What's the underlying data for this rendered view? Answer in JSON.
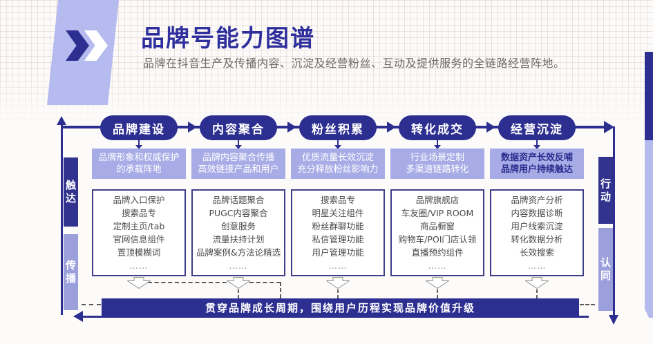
{
  "header": {
    "title": "品牌号能力图谱",
    "subtitle": "品牌在抖音生产及传播内容、沉淀及经营粉丝、互动及提供服务的全链路经营阵地。"
  },
  "colors": {
    "navy": "#2c2e90",
    "purple": "#a7ace6",
    "purple_soft": "#b6bbef"
  },
  "rails": {
    "left": [
      {
        "label": "触达"
      },
      {
        "label": "传播"
      }
    ],
    "right": [
      {
        "label": "行动"
      },
      {
        "label": "认同"
      }
    ]
  },
  "columns": [
    {
      "pill": "品牌建设",
      "summary": [
        "品牌形象和权威保护",
        "的承载阵地"
      ],
      "items": [
        "品牌入口保护",
        "搜索品专",
        "定制主页/tab",
        "官网信息组件",
        "置顶模糊词",
        "……"
      ]
    },
    {
      "pill": "内容聚合",
      "summary": [
        "品牌内容聚合传播",
        "高效链接产品和用户"
      ],
      "items": [
        "品牌话题聚合",
        "PUGC内容聚合",
        "创意服务",
        "流量扶持计划",
        "品牌案例&方法论精选",
        "……"
      ]
    },
    {
      "pill": "粉丝积累",
      "summary": [
        "优质流量长效沉淀",
        "充分释放粉丝影响力"
      ],
      "items": [
        "搜索品专",
        "明星关注组件",
        "粉丝群聊功能",
        "私信管理功能",
        "用户管理功能",
        "……"
      ]
    },
    {
      "pill": "转化成交",
      "summary": [
        "行业场景定制",
        "多渠道链路转化"
      ],
      "items": [
        "品牌旗舰店",
        "车友圈/VIP ROOM",
        "商品橱窗",
        "购物车/POI门店认领",
        "直播预约组件",
        "……"
      ]
    },
    {
      "pill": "经营沉淀",
      "summary": [
        "数据资产长效反哺",
        "品牌用户持续触达"
      ],
      "items": [
        "品牌资产分析",
        "内容数据诊断",
        "用户线索沉淀",
        "转化数据分析",
        "长效搜索",
        "……"
      ]
    }
  ],
  "banner": {
    "text": "贯穿品牌成长周期，围绕用户历程实现品牌价值升级"
  }
}
